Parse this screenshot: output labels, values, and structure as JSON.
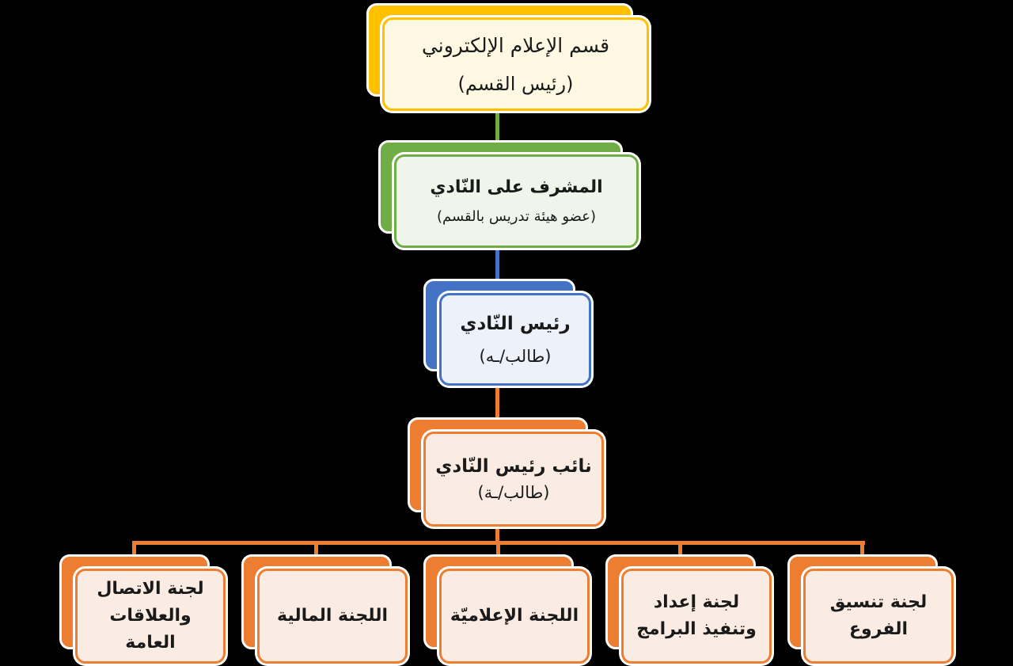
{
  "background": "#000000",
  "colors": {
    "background": "#000000",
    "yellow": "#FFC000",
    "yellow_fill": "#FFF8E3",
    "green": "#70AD47",
    "green_fill": "#EFF5EB",
    "blue": "#4472C4",
    "blue_fill": "#ECF1FA",
    "orange": "#ED7D31",
    "orange_fill": "#FAECE2",
    "text": "#1a1a1a",
    "outline_white": "#FFFFFF"
  },
  "org_chart": {
    "type": "org-hierarchy",
    "direction": "rtl",
    "levels": [
      {
        "id": "department",
        "theme": "yellow",
        "title": "قسم الإعلام الإلكتروني",
        "subtitle": "(رئيس القسم)"
      },
      {
        "id": "supervisor",
        "theme": "green",
        "title": "المشرف على النّادي",
        "subtitle": "(عضو هيئة تدريس بالقسم)"
      },
      {
        "id": "president",
        "theme": "blue",
        "title": "رئيس النّادي",
        "subtitle": "(طالب/ـه)"
      },
      {
        "id": "vice_president",
        "theme": "orange",
        "title": "نائب رئيس النّادي",
        "subtitle": "(طالب/ـة)"
      }
    ],
    "committees": [
      {
        "label": "لجنة الاتصال والعلاقات العامة"
      },
      {
        "label": "اللجنة المالية"
      },
      {
        "label": "اللجنة الإعلاميّة"
      },
      {
        "label": "لجنة إعداد وتنفيذ البرامج"
      },
      {
        "label": "لجنة تنسيق الفروع"
      }
    ],
    "edges": [
      {
        "from": "department",
        "to": "supervisor",
        "color": "green"
      },
      {
        "from": "supervisor",
        "to": "president",
        "color": "blue"
      },
      {
        "from": "president",
        "to": "vice_president",
        "color": "orange"
      },
      {
        "from": "vice_president",
        "to": "all_committees",
        "color": "orange"
      }
    ]
  }
}
